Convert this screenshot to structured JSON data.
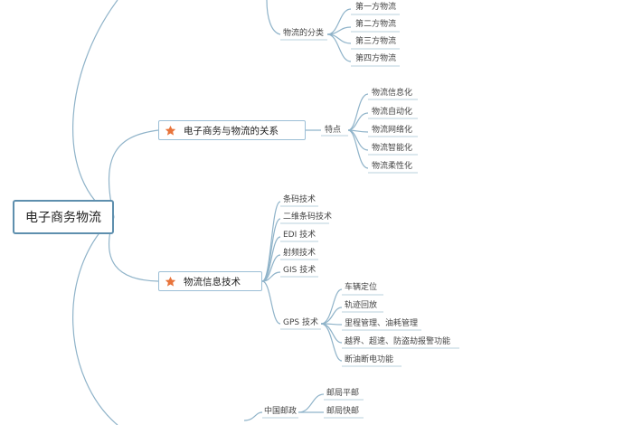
{
  "root": "电子商务物流",
  "branch1": {
    "label": "电子商务与物流的关系",
    "sub": "特点",
    "items": [
      "物流信息化",
      "物流自动化",
      "物流网络化",
      "物流智能化",
      "物流柔性化"
    ]
  },
  "classification": {
    "label": "物流的分类",
    "items": [
      "第一方物流",
      "第二方物流",
      "第三方物流",
      "第四方物流"
    ]
  },
  "branch2": {
    "label": "物流信息技术",
    "items": [
      "条码技术",
      "二维条码技术",
      "EDI 技术",
      "射频技术",
      "GIS 技术"
    ],
    "gps": {
      "label": "GPS 技术",
      "items": [
        "车辆定位",
        "轨迹回放",
        "里程管理、油耗管理",
        "越界、超速、防盗劫报警功能",
        "断油断电功能"
      ]
    }
  },
  "branch3": {
    "sub": "中国邮政",
    "items": [
      "邮局平邮",
      "邮局快邮"
    ]
  },
  "colors": {
    "line": "#8fb3c9",
    "star": "#e8743b",
    "root_border": "#5e8fae"
  }
}
